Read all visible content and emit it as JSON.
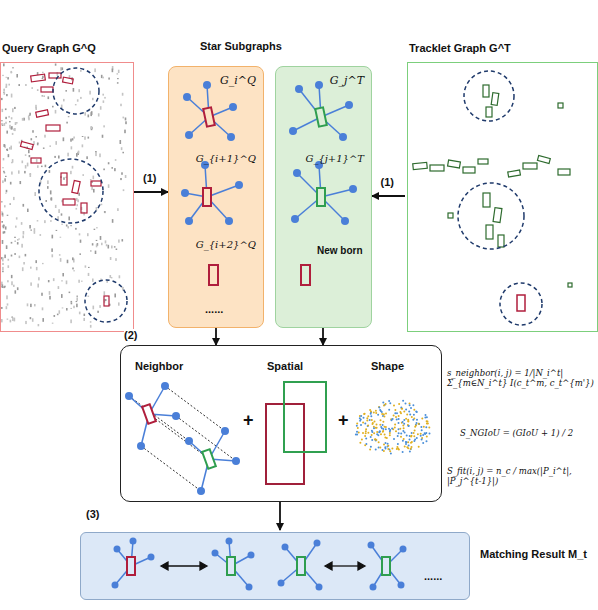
{
  "diagram": {
    "nodes": [
      {
        "text": [
          "Query Graph G^Q"
        ]
      },
      {
        "text": [
          "......"
        ]
      },
      {
        "text": [
          "G_i^Q"
        ],
        "in": 1
      },
      {
        "text": [
          "G_{i+1}^Q"
        ],
        "in": 1
      },
      {
        "text": [
          "G_{i+2}^Q"
        ],
        "in": 1
      },
      {
        "text": []
      },
      {
        "text": [
          "G_j^T"
        ],
        "in": 5
      },
      {
        "text": [
          "G_{j+1}^T"
        ],
        "in": 5
      },
      {
        "text": [
          "New born"
        ],
        "in": 5
      },
      {
        "text": [
          "Tracklet Graph G^T"
        ]
      },
      {
        "text": [
          "Neighbor",
          "Spatial",
          "Shape"
        ]
      },
      {
        "text": [
          "......",
          "Matching Result M_t"
        ]
      }
    ],
    "edges": [
      {
        "from": 0,
        "to": 1,
        "arrow": "to",
        "label": "(1)"
      },
      {
        "from": 9,
        "to": 5,
        "arrow": "to",
        "label": "(1)"
      },
      {
        "from": 1,
        "to": 10,
        "arrow": "to"
      },
      {
        "from": 5,
        "to": 10,
        "arrow": "to"
      },
      {
        "from": 10,
        "to": 11,
        "arrow": "to"
      }
    ],
    "labels": [
      "Star Subgraphs",
      "+",
      "+",
      "(2)",
      "(3)",
      "s_neighbor(i, j) = 1/|N_i^t| Σ_{m∈N_i^t} I(c_t^m, c_t^{m'})",
      "S_NGIoU = (GIoU + 1) / 2",
      "S_fit(i, j) = n_c / max(|P_i^t|, |P_j^{t-1}|)"
    ]
  }
}
